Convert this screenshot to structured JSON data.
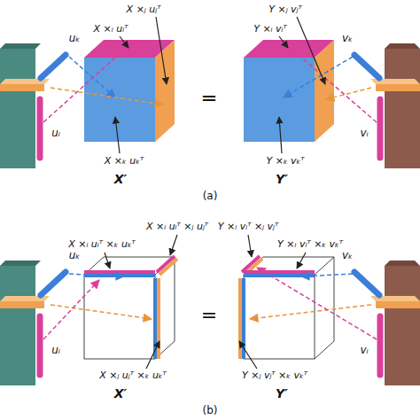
{
  "diagram": {
    "labels": [
      "X ×ⱼ uⱼᵀ",
      "X ×ᵢ uᵢᵀ",
      "X ×ₖ uₖᵀ",
      "X′",
      "=",
      "Y ×ⱼ vⱼᵀ",
      "Y ×ᵢ vᵢᵀ",
      "Y ×ₖ vₖᵀ",
      "Y′",
      "=",
      "uₖ",
      "uᵢ",
      "vₖ",
      "vᵢ",
      "(a)",
      "X ×ᵢ uᵢᵀ ×ⱼ uⱼᵀ",
      "X ×ᵢ uᵢᵀ ×ₖ uₖᵀ",
      "X ×ⱼ uⱼᵀ ×ₖ uₖᵀ",
      "X′",
      "=",
      "Y ×ᵢ vᵢᵀ ×ⱼ vⱼᵀ",
      "Y ×ᵢ vᵢᵀ ×ₖ vₖᵀ",
      "Y ×ⱼ vⱼᵀ ×ₖ vₖᵀ",
      "Y′",
      "uₖ",
      "uᵢ",
      "vₖ",
      "vᵢ",
      "(b)"
    ]
  }
}
